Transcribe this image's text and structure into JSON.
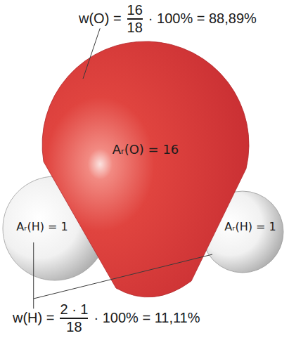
{
  "diagram": {
    "nodes": [
      {
        "text": [
          "Aᵣ(O) = 16"
        ]
      },
      {
        "text": [
          "Aᵣ(H) = 1"
        ]
      },
      {
        "text": [
          "Aᵣ(H) = 1"
        ]
      }
    ],
    "labels": [
      "w(O) =",
      "16",
      "18",
      "· 100% = 88,89%",
      "w(H) =",
      "2 · 1",
      "18",
      "· 100% = 11,11%"
    ]
  }
}
